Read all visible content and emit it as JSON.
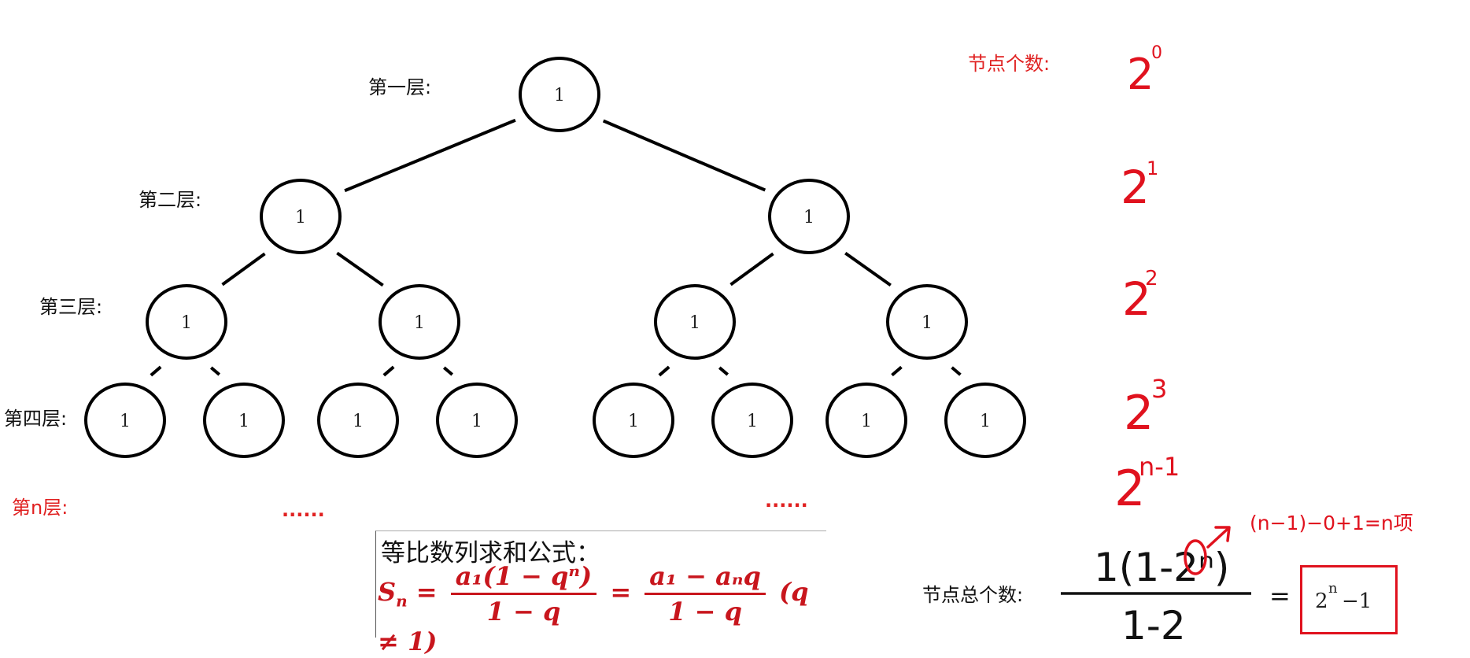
{
  "levels": [
    "第一层:",
    "第二层:",
    "第三层:",
    "第四层:",
    "第n层:"
  ],
  "node_value": "1",
  "ellipsis": "......",
  "node_count_label": "节点个数:",
  "counts": [
    {
      "base": "2",
      "exp": "0"
    },
    {
      "base": "2",
      "exp": "1"
    },
    {
      "base": "2",
      "exp": "2"
    },
    {
      "base": "2",
      "exp": "3"
    },
    {
      "base": "2",
      "exp": "n-1"
    }
  ],
  "formula": {
    "title": "等比数列求和公式：",
    "sn": "S",
    "sn_sub": "n",
    "eq": "=",
    "frac1_num": "a₁(1 − qⁿ)",
    "frac1_den": "1 − q",
    "frac2_num": "a₁ − aₙq",
    "frac2_den": "1 − q",
    "cond": "(q ≠ 1)"
  },
  "total_label": "节点总个数:",
  "sum_fraction": {
    "num": "1(1-2ⁿ)",
    "den": "1-2"
  },
  "annotation": "(n−1)−0+1=n项",
  "equals": "=",
  "result": {
    "base": "2",
    "exp": "n",
    "tail": "−1"
  },
  "colors": {
    "red": "#e0121e",
    "dark_red": "#c8161d",
    "black": "#111111"
  }
}
